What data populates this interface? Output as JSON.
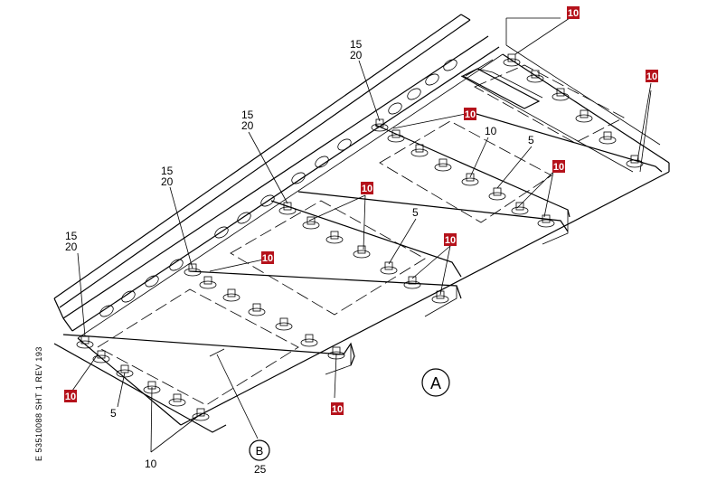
{
  "callouts": {
    "qty_15": "15",
    "qty_20": "20",
    "qty_10": "10",
    "qty_5": "5",
    "qty_25": "25"
  },
  "highlight": {
    "label": "10",
    "color": "#b5121b",
    "text_color": "#ffffff"
  },
  "views": {
    "view_a": "A",
    "view_b": "B"
  },
  "sheet_id": "E 53510088 SHT 1 REV 193"
}
